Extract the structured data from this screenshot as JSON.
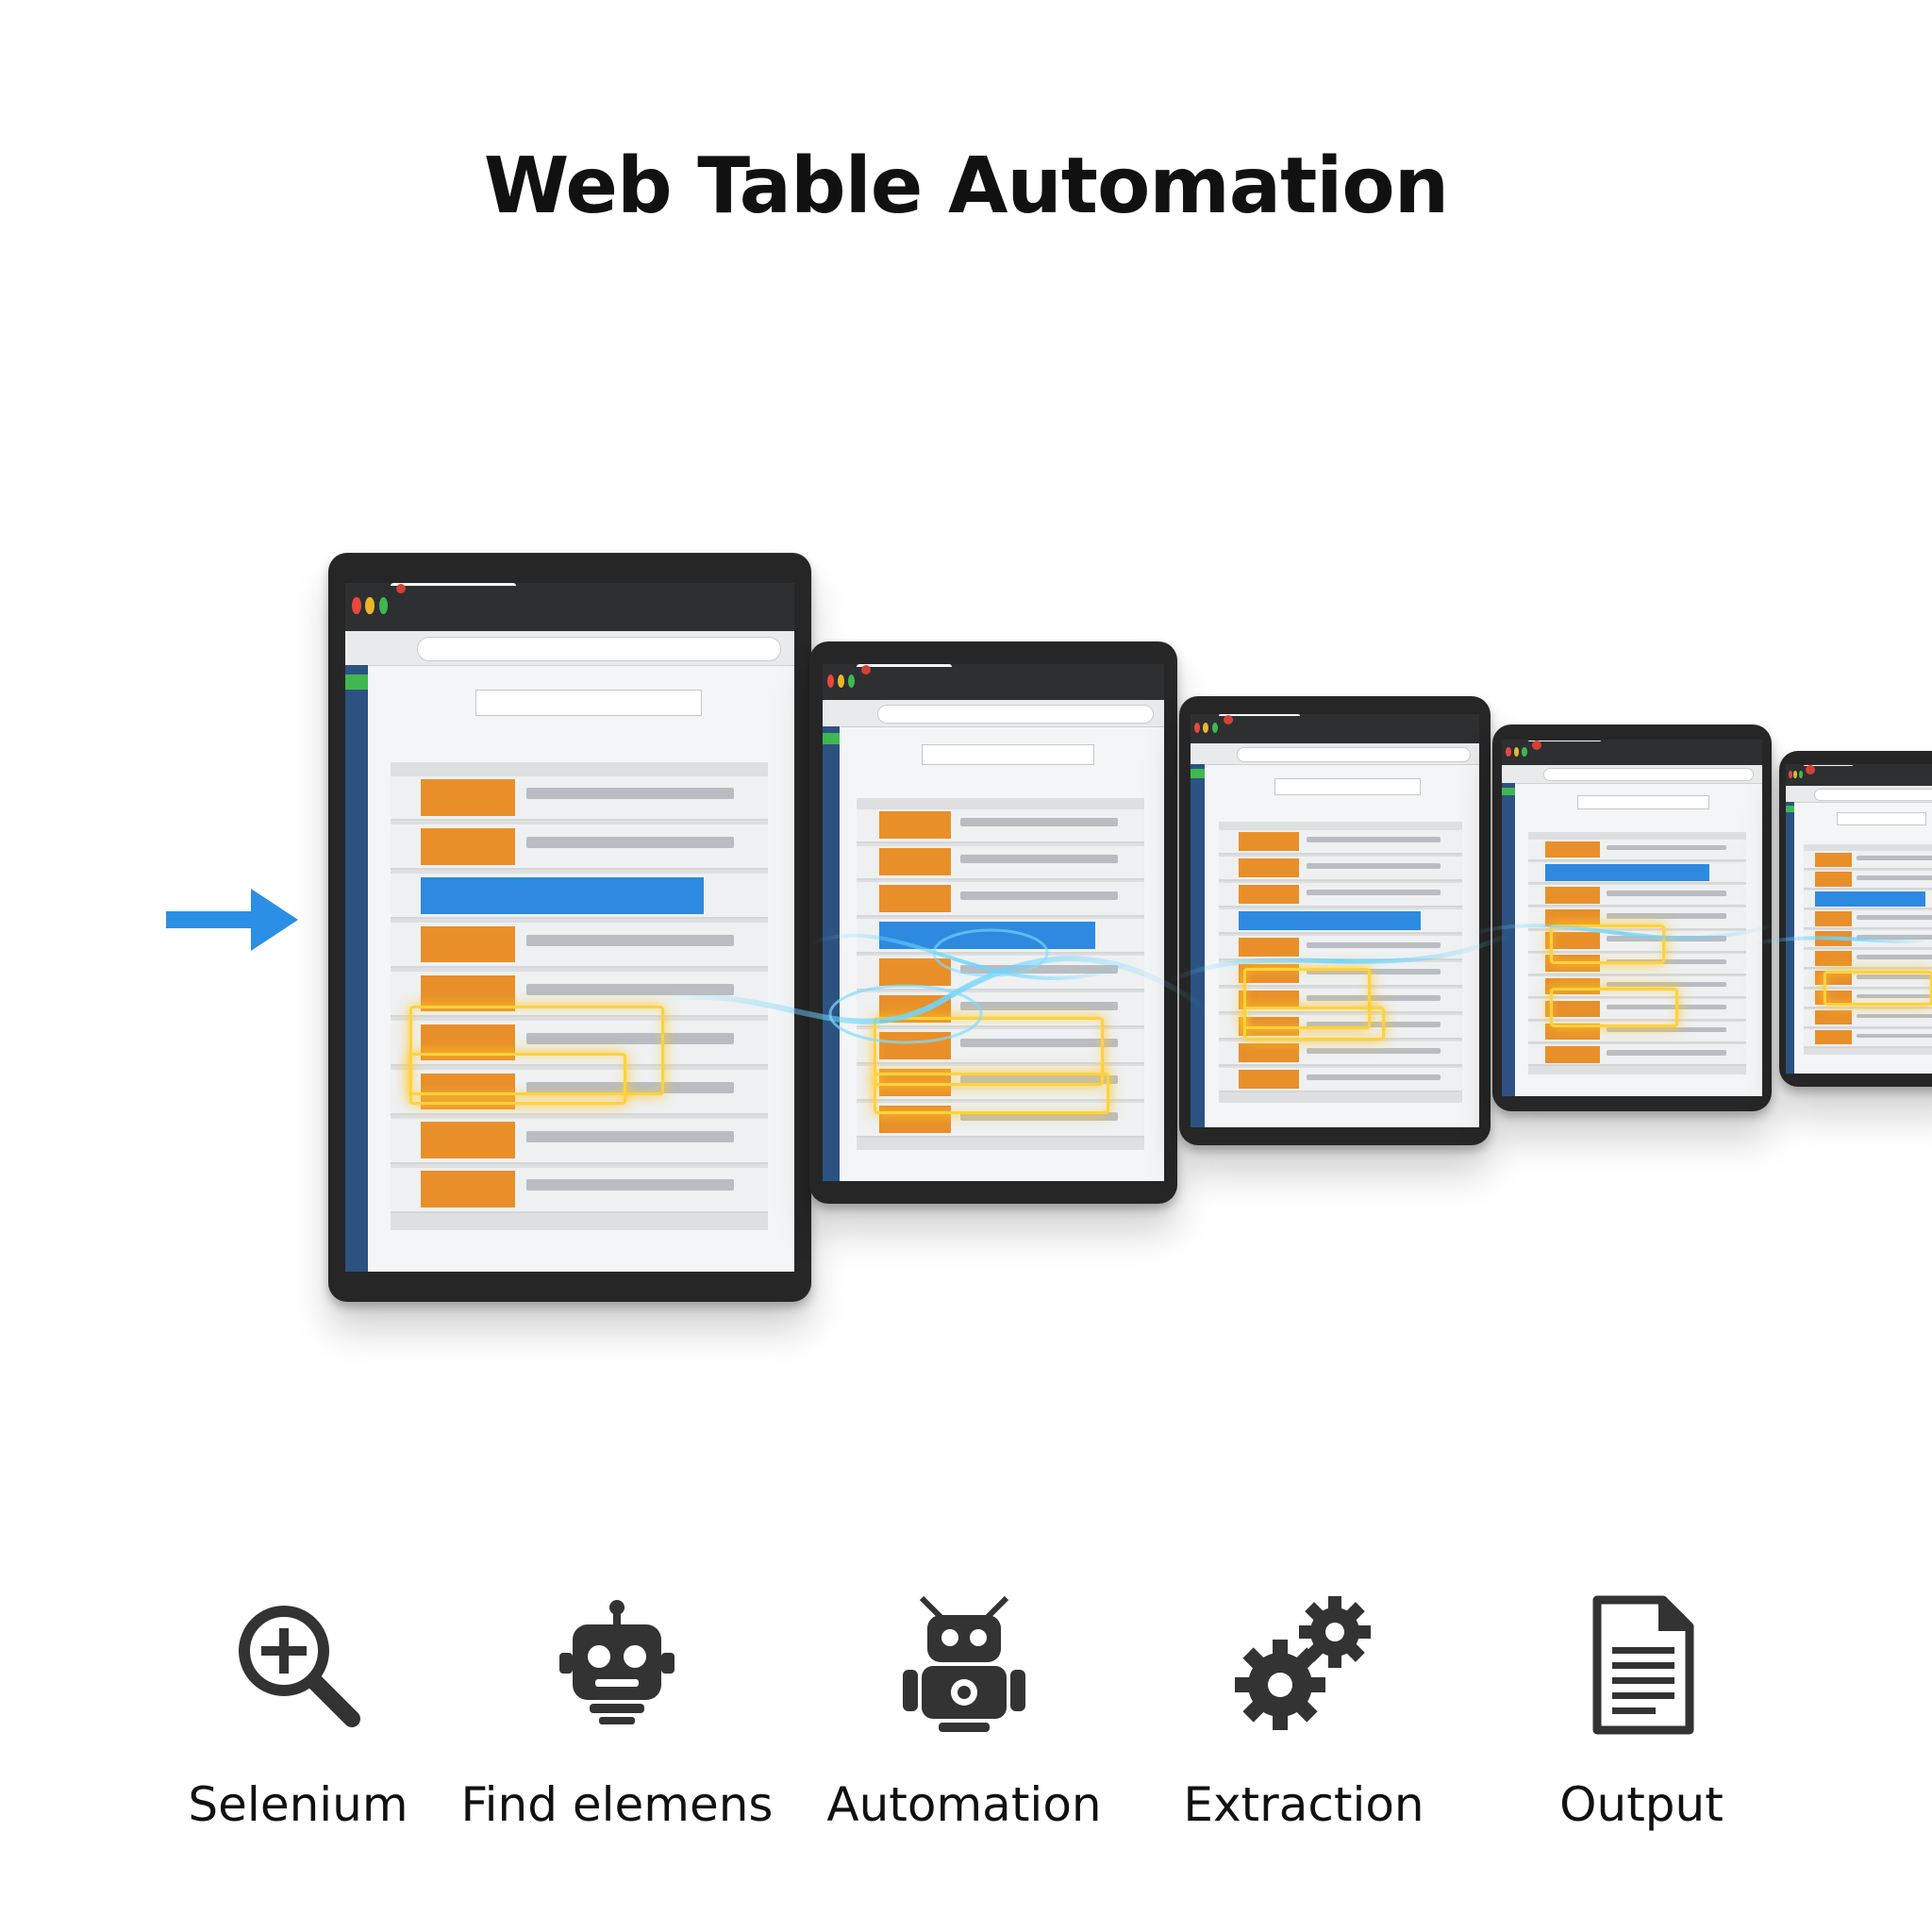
{
  "title": "Web Table Automation",
  "steps": [
    {
      "label": "Selenium",
      "icon": "magnifier-plus-icon"
    },
    {
      "label": "Find elemens",
      "icon": "robot-head-icon"
    },
    {
      "label": "Automation",
      "icon": "robot-icon"
    },
    {
      "label": "Extraction",
      "icon": "gears-icon"
    },
    {
      "label": "Output",
      "icon": "document-icon"
    }
  ],
  "colors": {
    "accent_blue": "#2d8ae0",
    "cell_orange": "#e88f2a",
    "highlight_yellow": "#ffd23a",
    "device_frame": "#262626"
  }
}
